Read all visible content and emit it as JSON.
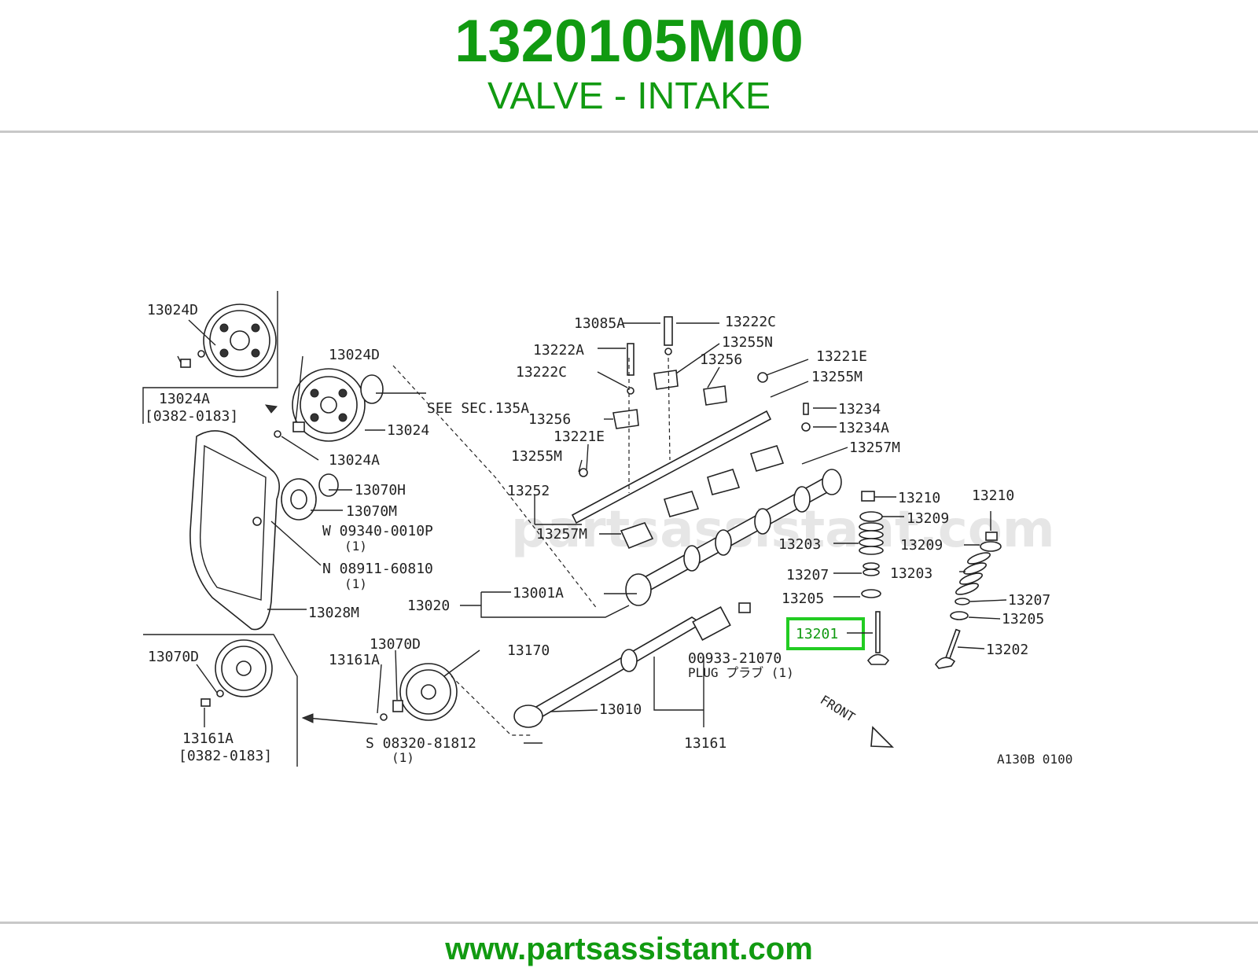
{
  "header": {
    "part_number": "1320105M00",
    "description": "VALVE - INTAKE"
  },
  "footer": {
    "url": "www.partsassistant.com"
  },
  "diagram": {
    "watermark": "partsassistant.com",
    "code": "A130B 0100",
    "highlighted_part": "13201",
    "front_label": "FRONT",
    "see_section": "SEE SEC.135A",
    "plug_text": "PLUG プラブ (1)",
    "labels": {
      "l13024D_a": "13024D",
      "l13024A_a": "13024A",
      "l0382_a": "[0382-0183]",
      "l13024D_b": "13024D",
      "l13024": "13024",
      "l13024A_b": "13024A",
      "l13070H": "13070H",
      "l13070M": "13070M",
      "l09340": "W 09340-0010P",
      "l09340_q": "(1)",
      "l08911": "N 08911-60810",
      "l08911_q": "(1)",
      "l13028M": "13028M",
      "l13070D_a": "13070D",
      "l13161A_a": "13161A",
      "l0382_b": "[0382-0183]",
      "l13070D_b": "13070D",
      "l13161A_b": "13161A",
      "l08320": "S 08320-81812",
      "l08320_q": "(1)",
      "l13170": "13170",
      "l13010": "13010",
      "l13161": "13161",
      "l00933": "00933-21070",
      "l13085A": "13085A",
      "l13222C_a": "13222C",
      "l13222A": "13222A",
      "l13255N": "13255N",
      "l13222C_b": "13222C",
      "l13256_a": "13256",
      "l13221E_a": "13221E",
      "l13255M_a": "13255M",
      "l13256_b": "13256",
      "l13221E_b": "13221E",
      "l13234": "13234",
      "l13234A": "13234A",
      "l13255M_b": "13255M",
      "l13257M_a": "13257M",
      "l13252": "13252",
      "l13257M_b": "13257M",
      "l13001A": "13001A",
      "l13020": "13020",
      "l13210_a": "13210",
      "l13210_b": "13210",
      "l13209_a": "13209",
      "l13209_b": "13209",
      "l13203_a": "13203",
      "l13203_b": "13203",
      "l13207_a": "13207",
      "l13207_b": "13207",
      "l13205_a": "13205",
      "l13205_b": "13205",
      "l13202": "13202"
    }
  },
  "colors": {
    "brand_green": "#119a11",
    "highlight_green": "#22cc22",
    "rule_gray": "#c8c8c8"
  }
}
